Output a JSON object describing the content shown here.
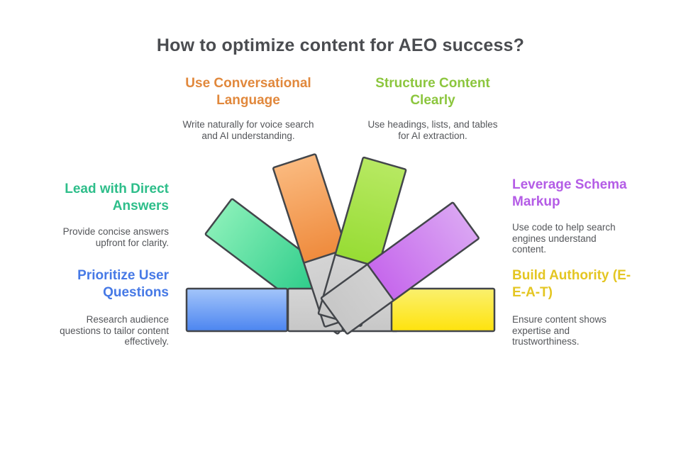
{
  "title": "How to optimize content for AEO success?",
  "title_color": "#4A4C50",
  "body_text_color": "#54565A",
  "background": "#FFFFFF",
  "sections": [
    {
      "id": "use-conversational-language",
      "heading": "Use Conversational Language",
      "heading_lines": [
        "Use Conversational",
        "Language"
      ],
      "heading_color": "#E1883C",
      "body": "Write naturally for voice search and AI understanding.",
      "body_lines": [
        "Write naturally for voice search",
        "and AI understanding."
      ]
    },
    {
      "id": "structure-content-clearly",
      "heading": "Structure Content Clearly",
      "heading_lines": [
        "Structure Content",
        "Clearly"
      ],
      "heading_color": "#8CC63E",
      "body": "Use headings, lists, and tables for AI extraction.",
      "body_lines": [
        "Use headings, lists, and tables",
        "for AI extraction."
      ]
    },
    {
      "id": "lead-with-direct-answers",
      "heading": "Lead with Direct Answers",
      "heading_lines": [
        "Lead with Direct",
        "Answers"
      ],
      "heading_color": "#2EBE8A",
      "body": "Provide concise answers upfront for clarity.",
      "body_lines": [
        "Provide concise answers",
        "upfront for clarity."
      ]
    },
    {
      "id": "prioritize-user-questions",
      "heading": "Prioritize User Questions",
      "heading_lines": [
        "Prioritize User",
        "Questions"
      ],
      "heading_color": "#4679E6",
      "body": "Research audience questions to tailor content effectively.",
      "body_lines": [
        "Research audience",
        "questions to tailor content",
        "effectively."
      ]
    },
    {
      "id": "leverage-schema-markup",
      "heading": "Leverage Schema Markup",
      "heading_lines": [
        "Leverage Schema",
        "Markup"
      ],
      "heading_color": "#B45CE6",
      "body": "Use code to help search engines understand content.",
      "body_lines": [
        "Use code to help search",
        "engines understand",
        "content."
      ]
    },
    {
      "id": "build-authority-eeat",
      "heading": "Build Authority (E-E-A-T)",
      "heading_lines": [
        "Build Authority (E-",
        "E-A-T)"
      ],
      "heading_color": "#E4C622",
      "body": "Ensure content shows expertise and trustworthiness.",
      "body_lines": [
        "Ensure content shows",
        "expertise and",
        "trustworthiness."
      ]
    }
  ],
  "fan": {
    "border_color": "#43464B",
    "gray_light": "#D5D5D5",
    "gray_dark": "#C7C7C7",
    "segments": [
      {
        "name": "blue",
        "angle": -90,
        "light": "#A3C5FA",
        "dark": "#4C85F0"
      },
      {
        "name": "teal",
        "angle": -53,
        "light": "#87EFB7",
        "dark": "#2FCD8B"
      },
      {
        "name": "orange",
        "angle": -18,
        "light": "#FAB97E",
        "dark": "#EF8B3D"
      },
      {
        "name": "green",
        "angle": 16,
        "light": "#B7E962",
        "dark": "#97DC34"
      },
      {
        "name": "purple",
        "angle": 54,
        "light": "#DAA5F3",
        "dark": "#C668EC"
      },
      {
        "name": "yellow",
        "angle": 90,
        "light": "#FAF06E",
        "dark": "#FFE30D"
      }
    ]
  }
}
